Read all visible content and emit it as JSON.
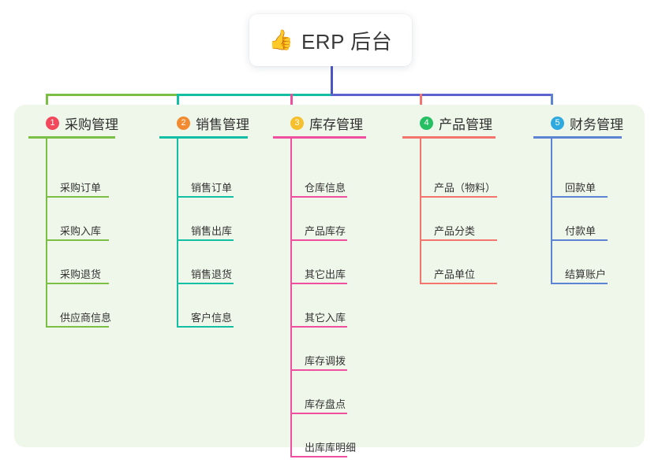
{
  "root": {
    "icon": "thumbs-up-icon",
    "emoji": "👍",
    "title": "ERP 后台"
  },
  "colors": {
    "panel_bg": "#eef7ea",
    "card_bg": "#ffffff",
    "trunk": "#4a55c0",
    "bar_left": "#7bbf44",
    "bar_mid": "#12bfa4",
    "bar_right": "#5d62cc",
    "col1": "#7bbf44",
    "col2": "#12bfa4",
    "col3": "#ef4f9e",
    "col4": "#f4746e",
    "col5": "#5d83d4",
    "badge1": "#f2485b",
    "badge2": "#f28b30",
    "badge3": "#f5c02b",
    "badge4": "#27bf63",
    "badge5": "#2eaae0",
    "text": "#333333"
  },
  "columns": [
    {
      "index": "1",
      "title": "采购管理",
      "badge_color": "#f2485b",
      "line_color": "#7bbf44",
      "items": [
        {
          "label": "采购订单"
        },
        {
          "label": "采购入库"
        },
        {
          "label": "采购退货"
        },
        {
          "label": "供应商信息"
        }
      ]
    },
    {
      "index": "2",
      "title": "销售管理",
      "badge_color": "#f28b30",
      "line_color": "#12bfa4",
      "items": [
        {
          "label": "销售订单"
        },
        {
          "label": "销售出库"
        },
        {
          "label": "销售退货"
        },
        {
          "label": "客户信息"
        }
      ]
    },
    {
      "index": "3",
      "title": "库存管理",
      "badge_color": "#f5c02b",
      "line_color": "#ef4f9e",
      "items": [
        {
          "label": "仓库信息"
        },
        {
          "label": "产品库存"
        },
        {
          "label": "其它出库"
        },
        {
          "label": "其它入库"
        },
        {
          "label": "库存调拨"
        },
        {
          "label": "库存盘点"
        },
        {
          "label": "出库库明细"
        }
      ]
    },
    {
      "index": "4",
      "title": "产品管理",
      "badge_color": "#27bf63",
      "line_color": "#f4746e",
      "items": [
        {
          "label": "产品（物料）"
        },
        {
          "label": "产品分类"
        },
        {
          "label": "产品单位"
        }
      ]
    },
    {
      "index": "5",
      "title": "财务管理",
      "badge_color": "#2eaae0",
      "line_color": "#5d83d4",
      "items": [
        {
          "label": "回款单"
        },
        {
          "label": "付款单"
        },
        {
          "label": "结算账户"
        }
      ]
    }
  ]
}
